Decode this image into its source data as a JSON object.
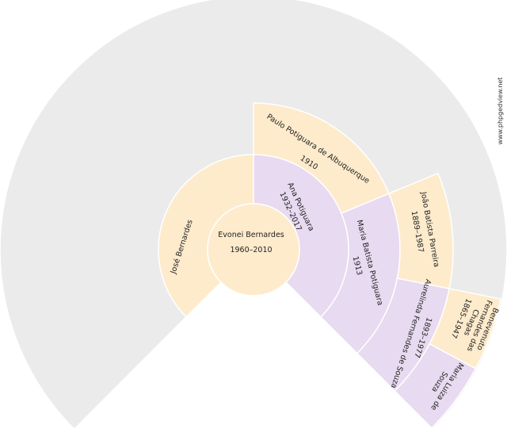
{
  "colors": {
    "background_ring": "#ebebeb",
    "male": "#fdebcc",
    "female": "#e8daf0",
    "separator": "#ffffff"
  },
  "watermark": "www.phpgedview.net",
  "people": {
    "root": {
      "name": "Evonei Bernardes",
      "dates": "1960–2010",
      "sex": "M"
    },
    "father": {
      "name": "José Bernardes",
      "dates": "",
      "sex": "M"
    },
    "mother": {
      "name": "Ana Potiguara",
      "dates": "1932–2017",
      "sex": "F"
    },
    "mf": {
      "name": "Paulo Potiguara de Albuquerque",
      "dates": "1910",
      "sex": "M"
    },
    "mm": {
      "name": "Maria Batista Potiguara",
      "dates": "1913",
      "sex": "F"
    },
    "mmf": {
      "name": "João Batista Parreira",
      "dates": "1889–1987",
      "sex": "M"
    },
    "mmm": {
      "name": "Aurelinda Fernandes de Souza",
      "dates": "1893–1977",
      "sex": "F"
    },
    "mmmf_name1": "Benevenuto",
    "mmmf_name2": "Fernandes das",
    "mmmf_name3": "Chagas",
    "mmmf_dates": "1865–1947",
    "mmmm_name1": "Maria Luiza de",
    "mmmm_name2": "Souza"
  }
}
